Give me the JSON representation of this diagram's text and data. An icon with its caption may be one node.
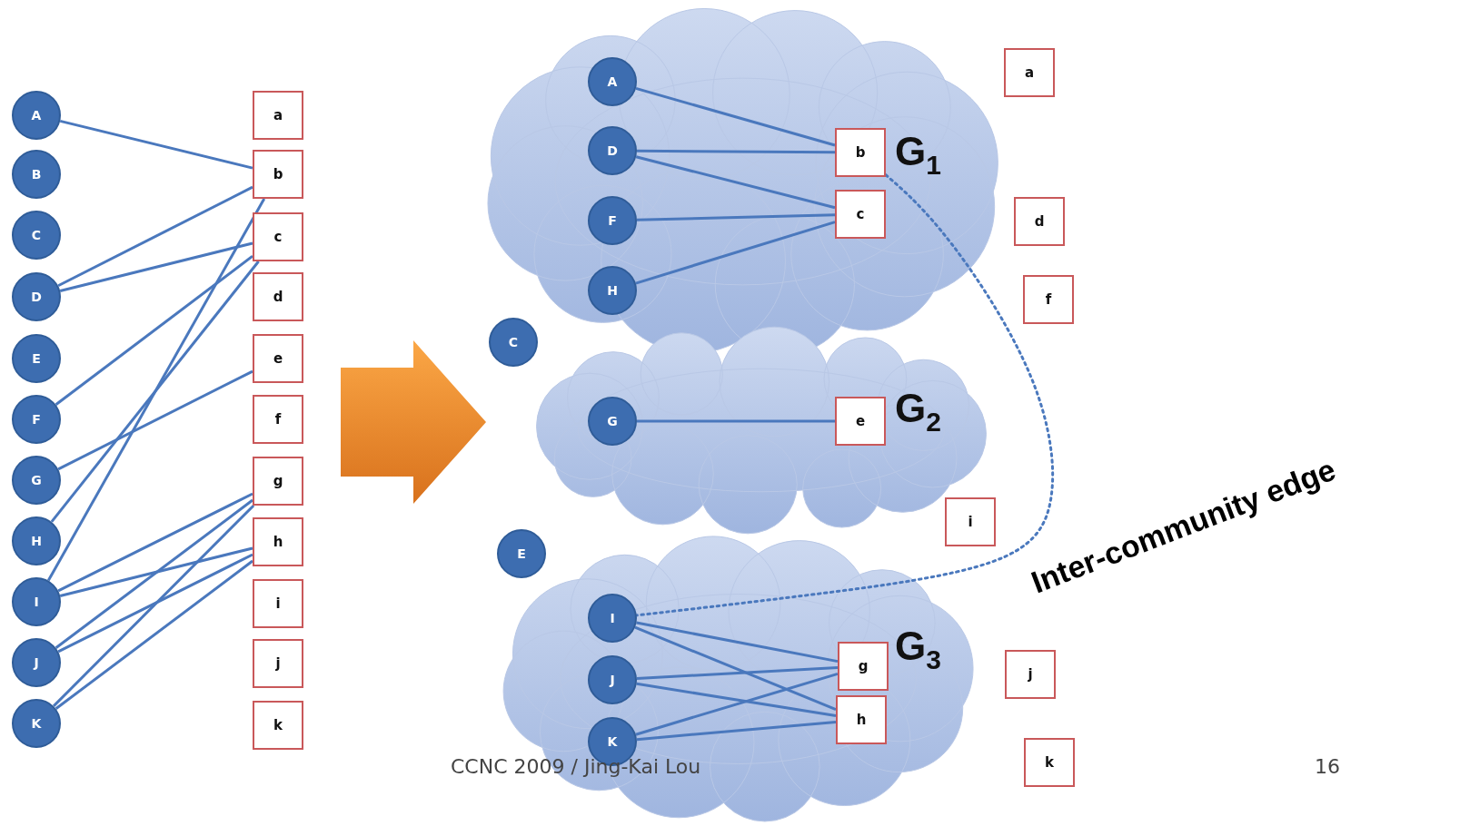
{
  "diagram": {
    "nodes": [
      {
        "text": [
          "A"
        ]
      },
      {
        "text": [
          "B"
        ]
      },
      {
        "text": [
          "C"
        ]
      },
      {
        "text": [
          "D"
        ]
      },
      {
        "text": [
          "E"
        ]
      },
      {
        "text": [
          "F"
        ]
      },
      {
        "text": [
          "G"
        ]
      },
      {
        "text": [
          "H"
        ]
      },
      {
        "text": [
          "I"
        ]
      },
      {
        "text": [
          "J"
        ]
      },
      {
        "text": [
          "K"
        ]
      },
      {
        "text": [
          "a"
        ]
      },
      {
        "text": [
          "b"
        ]
      },
      {
        "text": [
          "c"
        ]
      },
      {
        "text": [
          "d"
        ]
      },
      {
        "text": [
          "e"
        ]
      },
      {
        "text": [
          "f"
        ]
      },
      {
        "text": [
          "g"
        ]
      },
      {
        "text": [
          "h"
        ]
      },
      {
        "text": [
          "i"
        ]
      },
      {
        "text": [
          "j"
        ]
      },
      {
        "text": [
          "k"
        ]
      },
      {
        "text": [
          "G$_{1}$"
        ]
      },
      {
        "text": [
          "A"
        ],
        "in": 22
      },
      {
        "text": [
          "D"
        ],
        "in": 22
      },
      {
        "text": [
          "F"
        ],
        "in": 22
      },
      {
        "text": [
          "H"
        ],
        "in": 22
      },
      {
        "text": [
          "b"
        ],
        "in": 22
      },
      {
        "text": [
          "c"
        ],
        "in": 22
      },
      {
        "text": [
          "a"
        ]
      },
      {
        "text": [
          "d"
        ]
      },
      {
        "text": [
          "f"
        ]
      },
      {
        "text": [
          "C"
        ]
      },
      {
        "text": [
          "G$_{2}$"
        ]
      },
      {
        "text": [
          "G"
        ],
        "in": 33
      },
      {
        "text": [
          "e"
        ],
        "in": 33
      },
      {
        "text": [
          "E"
        ]
      },
      {
        "text": [
          "i"
        ]
      },
      {
        "text": [
          "G$_{3}$"
        ]
      },
      {
        "text": [
          "I"
        ],
        "in": 38
      },
      {
        "text": [
          "J"
        ],
        "in": 38
      },
      {
        "text": [
          "K"
        ],
        "in": 38
      },
      {
        "text": [
          "g"
        ],
        "in": 38
      },
      {
        "text": [
          "h"
        ],
        "in": 38
      },
      {
        "text": [
          "j"
        ]
      },
      {
        "text": [
          "k"
        ]
      }
    ],
    "edges": [
      {
        "from": 0,
        "to": 12,
        "arrow": "none"
      },
      {
        "from": 3,
        "to": 12,
        "arrow": "none"
      },
      {
        "from": 3,
        "to": 13,
        "arrow": "none"
      },
      {
        "from": 5,
        "to": 13,
        "arrow": "none"
      },
      {
        "from": 6,
        "to": 15,
        "arrow": "none"
      },
      {
        "from": 7,
        "to": 13,
        "arrow": "none"
      },
      {
        "from": 8,
        "to": 12,
        "arrow": "none"
      },
      {
        "from": 8,
        "to": 17,
        "arrow": "none"
      },
      {
        "from": 8,
        "to": 18,
        "arrow": "none"
      },
      {
        "from": 9,
        "to": 17,
        "arrow": "none"
      },
      {
        "from": 9,
        "to": 18,
        "arrow": "none"
      },
      {
        "from": 10,
        "to": 17,
        "arrow": "none"
      },
      {
        "from": 10,
        "to": 18,
        "arrow": "none"
      },
      {
        "from": 23,
        "to": 27,
        "arrow": "none"
      },
      {
        "from": 24,
        "to": 27,
        "arrow": "none"
      },
      {
        "from": 24,
        "to": 28,
        "arrow": "none"
      },
      {
        "from": 25,
        "to": 28,
        "arrow": "none"
      },
      {
        "from": 26,
        "to": 28,
        "arrow": "none"
      },
      {
        "from": 34,
        "to": 35,
        "arrow": "none"
      },
      {
        "from": 27,
        "to": 39,
        "arrow": "none",
        "style": "dashed",
        "label": "Inter-community edge"
      },
      {
        "from": 39,
        "to": 42,
        "arrow": "none"
      },
      {
        "from": 39,
        "to": 43,
        "arrow": "none"
      },
      {
        "from": 40,
        "to": 42,
        "arrow": "none"
      },
      {
        "from": 40,
        "to": 43,
        "arrow": "none"
      },
      {
        "from": 41,
        "to": 42,
        "arrow": "none"
      },
      {
        "from": 41,
        "to": 43,
        "arrow": "none"
      }
    ],
    "labels": [
      "CCNC 2009 / Jing-Kai Lou",
      "16"
    ]
  }
}
